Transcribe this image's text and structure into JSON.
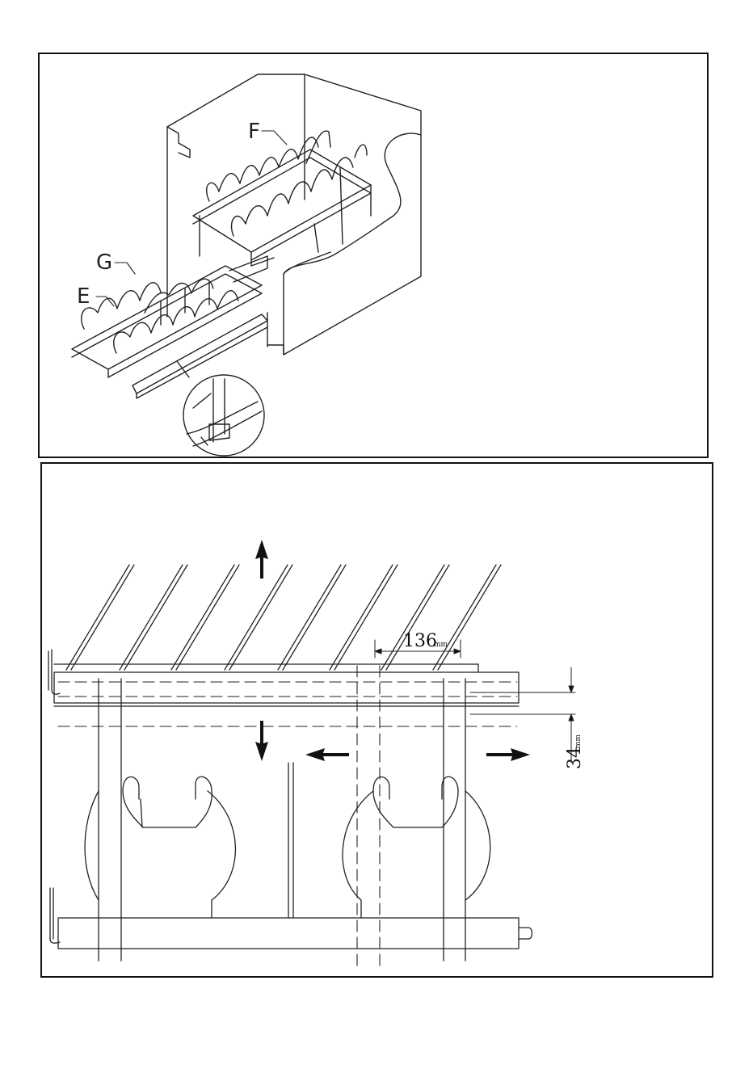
{
  "top_panel": {
    "callouts": [
      {
        "id": "F",
        "label": "F"
      },
      {
        "id": "G",
        "label": "G"
      },
      {
        "id": "E",
        "label": "E"
      }
    ]
  },
  "bottom_panel": {
    "dimensions": {
      "spacing": {
        "value": "136",
        "unit": "mm"
      },
      "offset": {
        "value": "34",
        "unit": "mm"
      }
    }
  }
}
